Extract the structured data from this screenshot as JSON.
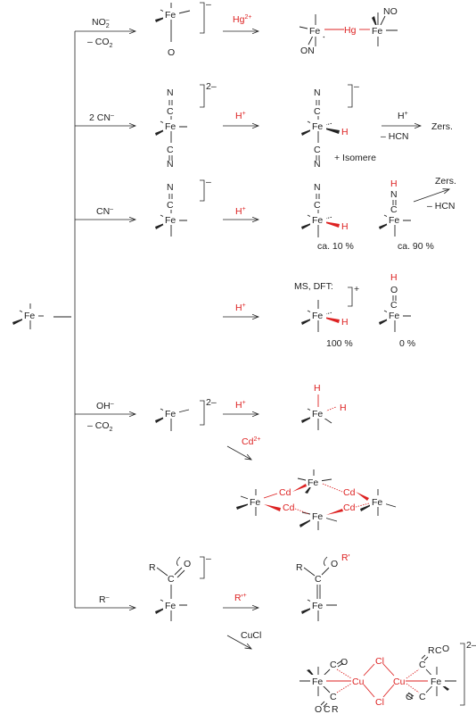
{
  "labels": {
    "fe": "Fe",
    "hg": "Hg",
    "cu": "Cu",
    "cd": "Cd",
    "cl": "Cl",
    "n": "N",
    "c": "C",
    "o": "O",
    "h": "H",
    "r": "R",
    "rp": "R'",
    "on": "ON",
    "no": "NO",
    "charge_minus": "–",
    "charge_2minus": "2–",
    "charge_plus": "+"
  },
  "branches": {
    "no2": {
      "top": "NO",
      "top_sub": "2",
      "top_sup": "–",
      "bottom": "– CO",
      "bottom_sub": "2"
    },
    "two_cn": {
      "label": "2 CN",
      "label_sup": "–"
    },
    "cn": {
      "label": "CN",
      "label_sup": "–"
    },
    "oh": {
      "top": "OH",
      "top_sup": "–",
      "bottom": "– CO",
      "bottom_sub": "2"
    },
    "r": {
      "label": "R",
      "label_sup": "–"
    }
  },
  "reagents": {
    "hg": {
      "label": "Hg",
      "sup": "2+"
    },
    "h": {
      "label": "H",
      "sup": "+"
    },
    "cd": {
      "label": "Cd",
      "sup": "2+"
    },
    "rplus": {
      "label": "R'",
      "sup": "+"
    },
    "cucl": {
      "label": "CuCl"
    }
  },
  "annotations": {
    "decomp_reagent": "H",
    "decomp_reagent_sup": "+",
    "minus_hcn": "– HCN",
    "zers": "Zers.",
    "isomere": "+ Isomere",
    "ca10": "ca. 10 %",
    "ca90": "ca. 90 %",
    "ms_dft": "MS, DFT:",
    "p100": "100 %",
    "p0": "0 %"
  },
  "colors": {
    "ink": "#222222",
    "highlight": "#dd2222"
  }
}
